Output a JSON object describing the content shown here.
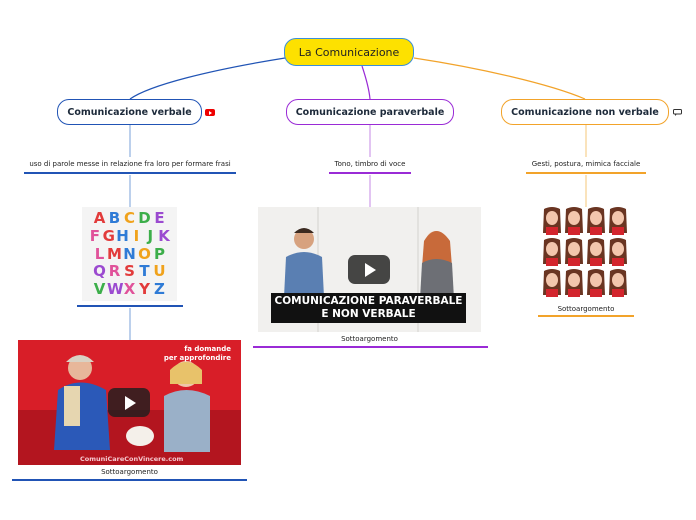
{
  "root": {
    "label": "La Comunicazione"
  },
  "topics": [
    {
      "label": "Comunicazione verbale",
      "subtopic": "uso di parole messe in relazione fra loro per formare frasi",
      "caption": "Sottoargomento"
    },
    {
      "label": "Comunicazione paraverbale",
      "subtopic": "Tono, timbro di voce",
      "caption": "Sottoargomento"
    },
    {
      "label": "Comunicazione non verbale",
      "subtopic": "Gesti, postura, mimica facciale",
      "caption": "Sottoargomento"
    }
  ],
  "alphabet_rows": [
    "ABCDE",
    "FGHIJK",
    "LMNOP",
    "QRSTU",
    "VWXYZ"
  ],
  "video_left": {
    "overlay_line1": "fa domande",
    "overlay_line2": "per approfondire",
    "url_text": "ComuniCareConVincere.com"
  },
  "video_center": {
    "overlay_line1": "COMUNICAZIONE PARAVERBALE",
    "overlay_line2": "E NON VERBALE"
  },
  "colors": {
    "root_fill": "#fde100",
    "verbal": "#2154b5",
    "paraverbal": "#9a2bd6",
    "nonverbal": "#f2a32a"
  }
}
